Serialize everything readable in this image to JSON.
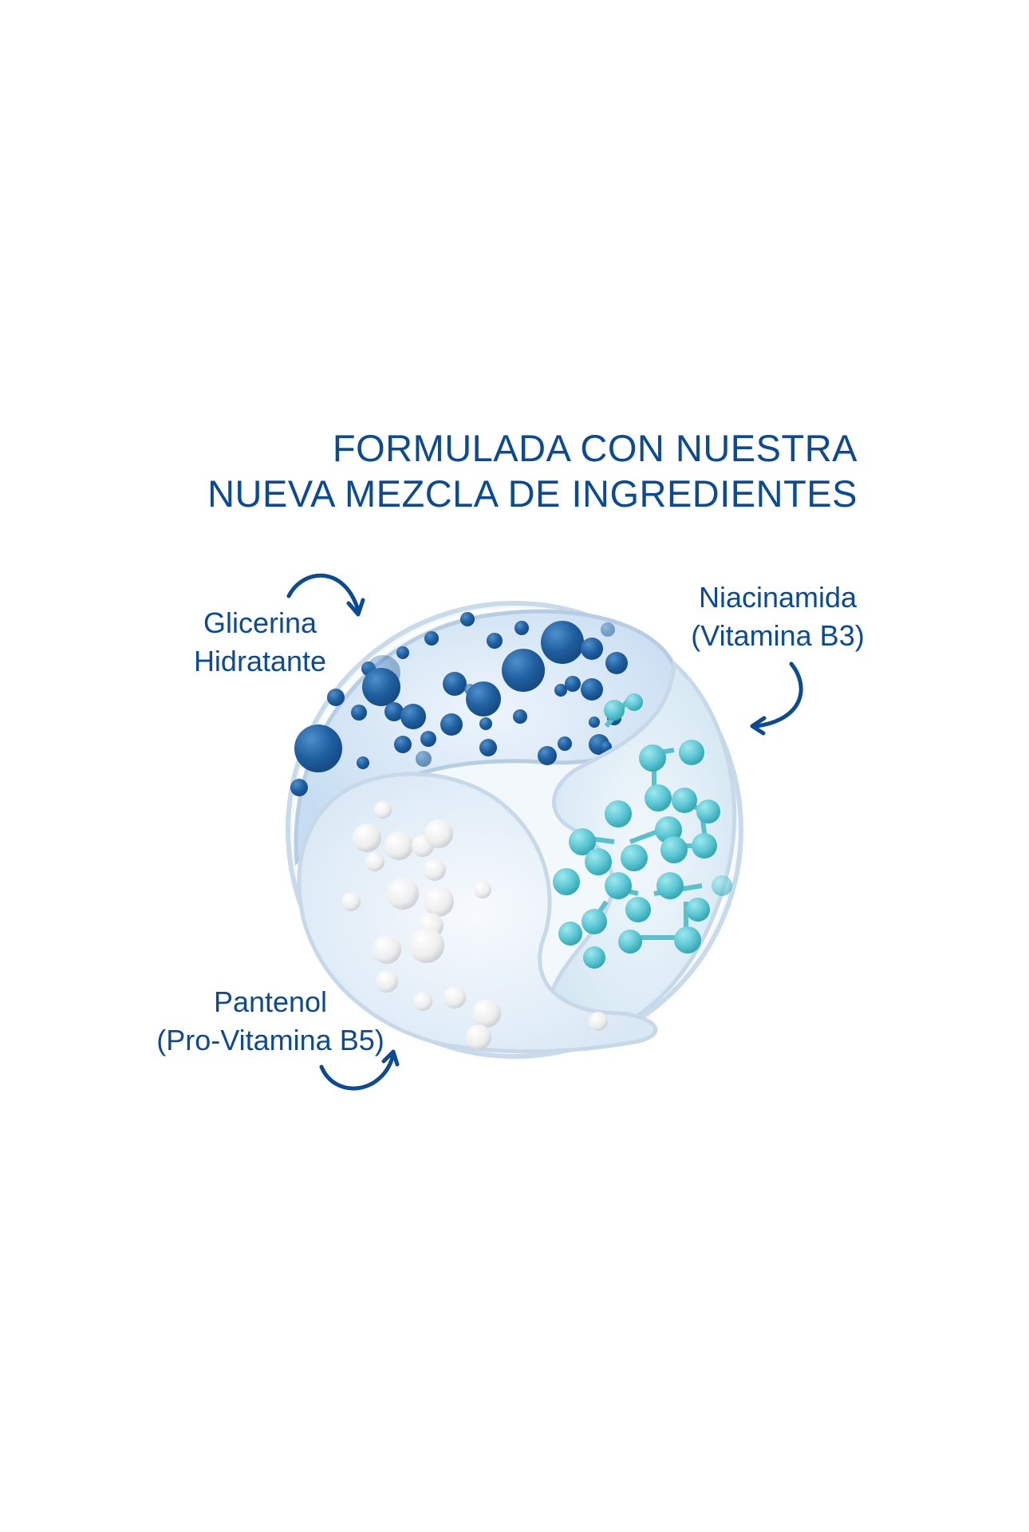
{
  "headline": {
    "line1": "FORMULADA CON NUESTRA",
    "line2": "NUEVA MEZCLA DE INGREDIENTES"
  },
  "ingredients": [
    {
      "line1": "Glicerina",
      "line2": "Hidratante",
      "molecule_color": "#1f5fa0"
    },
    {
      "line1": "Niacinamida",
      "line2": "(Vitamina B3)",
      "molecule_color": "#5cc8d4"
    },
    {
      "line1": "Pantenol",
      "line2": "(Pro-Vitamina B5)",
      "molecule_color": "#f2f2f2"
    }
  ],
  "colors": {
    "text": "#0b4a94",
    "arrow": "#0b4a94",
    "pod_tint": "#d6e6f5",
    "background": "#ffffff"
  }
}
